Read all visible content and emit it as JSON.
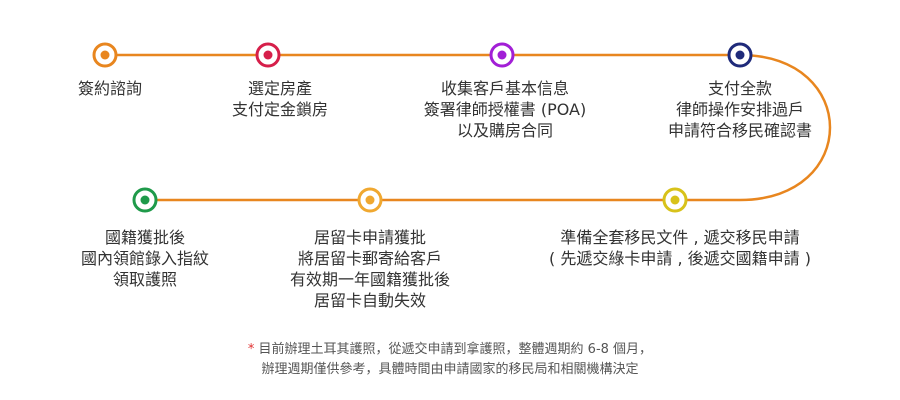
{
  "colors": {
    "track": "#e8861f",
    "node_fill": "#ffffff"
  },
  "steps": [
    {
      "lines": [
        "簽約諮詢"
      ],
      "color": "#e8861f"
    },
    {
      "lines": [
        "選定房產",
        "支付定金鎖房"
      ],
      "color": "#d61f4a"
    },
    {
      "lines": [
        "收集客戶基本信息",
        "簽署律師授權書 (POA)",
        "以及購房合同"
      ],
      "color": "#a21fd6"
    },
    {
      "lines": [
        "支付全款",
        "律師操作安排過戶",
        "申請符合移民確認書"
      ],
      "color": "#1f2a7a"
    },
    {
      "lines": [
        "國籍獲批後",
        "國內領館錄入指紋",
        "領取護照"
      ],
      "color": "#1f9a4a"
    },
    {
      "lines": [
        "居留卡申請獲批",
        "將居留卡郵寄給客戶",
        "有效期一年國籍獲批後",
        "居留卡自動失效"
      ],
      "color": "#f0a830"
    },
    {
      "lines": [
        "準備全套移民文件 , 遞交移民申請",
        "( 先遞交綠卡申請 , 後遞交國籍申請 )"
      ],
      "color": "#d8c21a"
    }
  ],
  "notes": {
    "asterisk": "*",
    "line1": " 目前辦理土耳其護照，從遞交申請到拿護照，整體週期約 6-8 個月，",
    "line2": "辦理週期僅供參考，具體時間由申請國家的移民局和相關機構決定"
  }
}
